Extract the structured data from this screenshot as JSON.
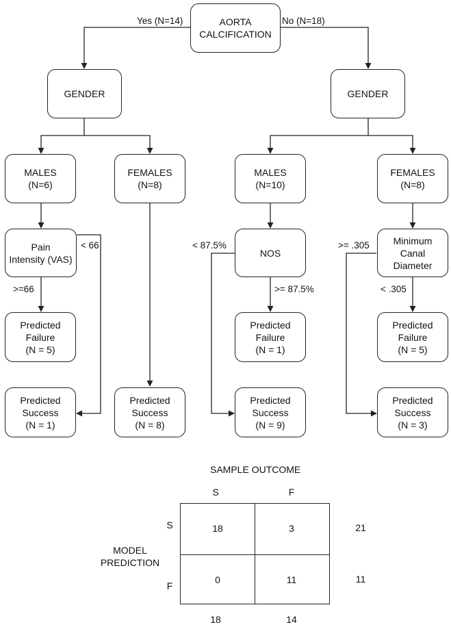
{
  "tree": {
    "root": [
      "AORTA",
      "CALCIFICATION"
    ],
    "branch_yes": "Yes (N=14)",
    "branch_no": "No (N=18)",
    "gender_left": "GENDER",
    "gender_right": "GENDER",
    "left": {
      "males": [
        "MALES",
        "(N=6)"
      ],
      "females": [
        "FEMALES",
        "(N=8)"
      ],
      "pain": [
        "Pain",
        "Intensity (VAS)"
      ],
      "pain_lt": "< 66",
      "pain_ge": ">=66",
      "failure": [
        "Predicted",
        "Failure",
        "(N = 5)"
      ],
      "success_males": [
        "Predicted",
        "Success",
        "(N = 1)"
      ],
      "success_females": [
        "Predicted",
        "Success",
        "(N = 8)"
      ]
    },
    "right": {
      "males": [
        "MALES",
        "(N=10)"
      ],
      "females": [
        "FEMALES",
        "(N=8)"
      ],
      "nos": "NOS",
      "nos_lt": "< 87.5%",
      "nos_ge": ">= 87.5%",
      "mcd": [
        "Minimum",
        "Canal",
        "Diameter"
      ],
      "mcd_ge": ">= .305",
      "mcd_lt": "< .305",
      "failure_nos": [
        "Predicted",
        "Failure",
        "(N = 1)"
      ],
      "success_nos": [
        "Predicted",
        "Success",
        "(N = 9)"
      ],
      "failure_mcd": [
        "Predicted",
        "Failure",
        "(N = 5)"
      ],
      "success_mcd": [
        "Predicted",
        "Success",
        "(N = 3)"
      ]
    }
  },
  "matrix": {
    "title": "SAMPLE OUTCOME",
    "col_labels": [
      "S",
      "F"
    ],
    "row_labels": [
      "S",
      "F"
    ],
    "row_title": [
      "MODEL",
      "PREDICTION"
    ],
    "cells": [
      [
        "18",
        "3"
      ],
      [
        "0",
        "11"
      ]
    ],
    "row_totals": [
      "21",
      "11"
    ],
    "col_totals": [
      "18",
      "14"
    ]
  }
}
